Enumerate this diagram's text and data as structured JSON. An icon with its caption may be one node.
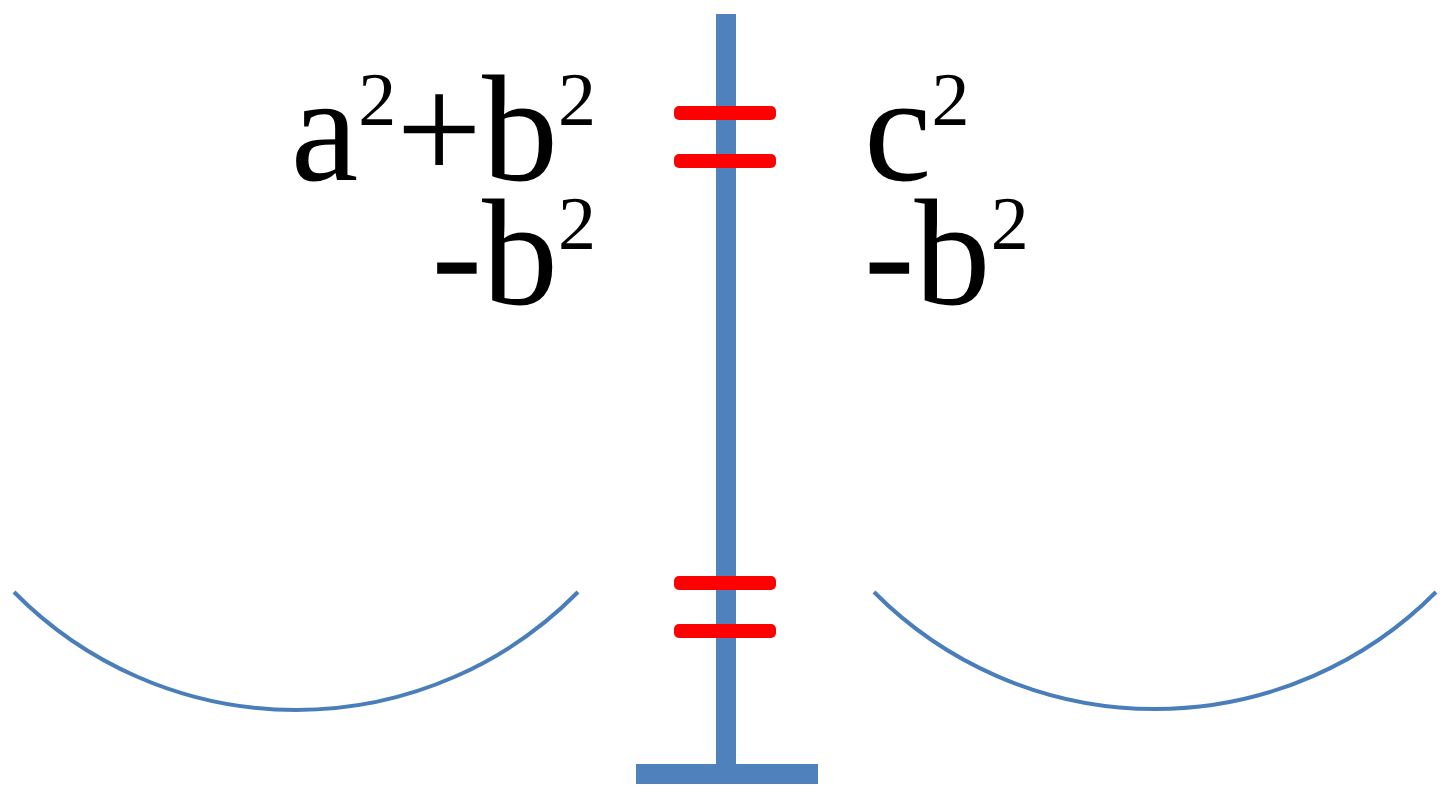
{
  "diagram": {
    "labels": [
      "a$^{2}$+b$^{2}$",
      "c$^{2}$",
      "-b$^{2}$",
      "-b$^{2}$"
    ]
  }
}
